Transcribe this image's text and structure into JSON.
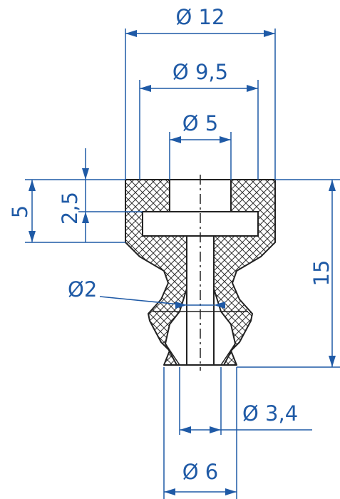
{
  "colors": {
    "part_outline": "#222222",
    "hatch": "#333333",
    "dimension": "#1f5aa6",
    "background": "#ffffff"
  },
  "dimensions": {
    "d12": "Ø 12",
    "d9_5": "Ø 9,5",
    "d5": "Ø 5",
    "d2": "Ø2",
    "d3_4": "Ø 3,4",
    "d6": "Ø 6",
    "h5": "5",
    "h2_5": "2,5",
    "h15": "15"
  }
}
